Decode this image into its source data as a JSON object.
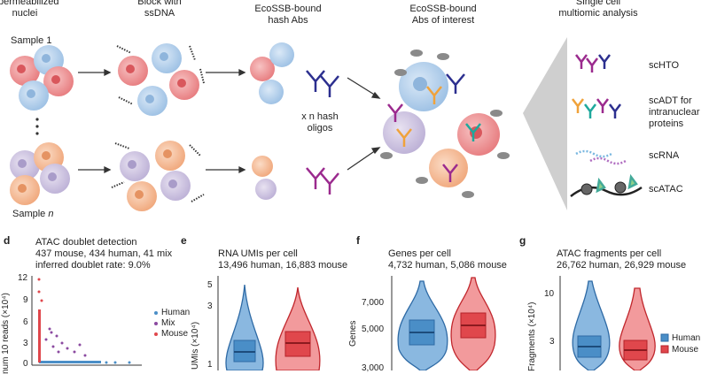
{
  "top": {
    "step_labels": [
      [
        "permeabilized",
        "nuclei"
      ],
      [
        "Block with",
        "ssDNA"
      ],
      [
        "EcoSSB-bound",
        "hash Abs"
      ],
      [
        "EcoSSB-bound",
        "Abs of interest"
      ],
      [
        "Single cell",
        "multiomic analysis"
      ]
    ],
    "sample_1": "Sample 1",
    "sample_n": "Sample ",
    "sample_n_italic": "n",
    "hash_note": [
      "x n hash",
      "oligos"
    ],
    "analysis": {
      "scHTO": "scHTO",
      "scADT": [
        "scADT for",
        "intranuclear",
        "proteins"
      ],
      "scRNA": "scRNA",
      "scATAC": "scATAC"
    }
  },
  "panels": {
    "d": {
      "letter": "d",
      "title": "ATAC doublet detection",
      "lines": [
        "437 mouse, 434 human, 41 mix",
        "inferred doublet rate: 9.0%"
      ],
      "ylabel": "num 10 reads (×10⁴)",
      "yticks": [
        "12",
        "9",
        "6",
        "3",
        "0"
      ],
      "legend": [
        "Human",
        "Mix",
        "Mouse"
      ]
    },
    "e": {
      "letter": "e",
      "title": "RNA UMIs per cell",
      "subtitle": "13,496 human, 16,883 mouse",
      "ylabel": "UMIs (×10⁴)",
      "yticks": [
        "5",
        "3",
        "1"
      ]
    },
    "f": {
      "letter": "f",
      "title": "Genes per cell",
      "subtitle": "4,732 human, 5,086 mouse",
      "ylabel": "Genes",
      "yticks": [
        "7,000",
        "5,000",
        "3,000"
      ]
    },
    "g": {
      "letter": "g",
      "title": "ATAC fragments per cell",
      "subtitle": "26,762 human, 26,929 mouse",
      "ylabel": "Fragments (×10⁴)",
      "yticks": [
        "10",
        "3"
      ],
      "legend": [
        "Human",
        "Mouse"
      ]
    }
  },
  "colors": {
    "human": "#4a8ec7",
    "mouse": "#e0474c",
    "mix": "#8b4aa0"
  },
  "chart_data": [
    {
      "type": "scatter",
      "title": "ATAC doublet detection",
      "ylabel": "num 10 reads (×10⁴)",
      "ylim": [
        0,
        12
      ],
      "series": [
        {
          "name": "Human",
          "x": [
            0.5,
            1,
            2,
            3,
            4,
            5,
            6
          ],
          "y": [
            0.1,
            0.15,
            0.1,
            0.2,
            0.1,
            0.15,
            0.1
          ]
        },
        {
          "name": "Mix",
          "x": [
            1.2,
            1.6,
            2.0,
            2.5,
            3.0,
            1.4,
            2.2
          ],
          "y": [
            3.5,
            2.8,
            3.2,
            2.0,
            1.5,
            4.0,
            1.0
          ]
        },
        {
          "name": "Mouse",
          "x": [
            0.05,
            0.05,
            0.05,
            0.05,
            0.05
          ],
          "y": [
            12,
            8,
            5,
            3,
            1
          ]
        }
      ],
      "legend": "right"
    },
    {
      "type": "violin",
      "title": "RNA UMIs per cell",
      "ylabel": "UMIs (×10⁴)",
      "series": [
        {
          "name": "Human",
          "median": 1.35
        },
        {
          "name": "Mouse",
          "median": 1.69
        }
      ]
    },
    {
      "type": "violin",
      "title": "Genes per cell",
      "ylabel": "Genes",
      "series": [
        {
          "name": "Human",
          "median": 4732
        },
        {
          "name": "Mouse",
          "median": 5086
        }
      ]
    },
    {
      "type": "violin",
      "title": "ATAC fragments per cell",
      "ylabel": "Fragments (×10⁴)",
      "series": [
        {
          "name": "Human",
          "median": 2.68
        },
        {
          "name": "Mouse",
          "median": 2.69
        }
      ],
      "legend": "right"
    }
  ]
}
